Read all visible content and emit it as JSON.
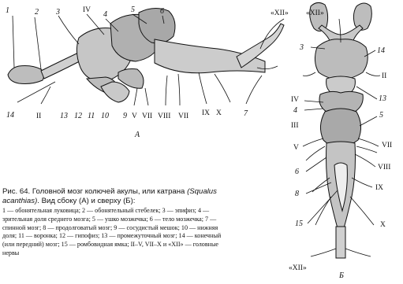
{
  "figure_a": {
    "panel_label": "А",
    "labels_top": [
      "1",
      "2",
      "3",
      "IV",
      "4",
      "5",
      "6",
      "«XII»"
    ],
    "labels_bottom": [
      "14",
      "II",
      "13",
      "12",
      "11",
      "10",
      "9",
      "V",
      "VII",
      "VIII",
      "VII",
      "IX",
      "X",
      "7"
    ]
  },
  "figure_b": {
    "panel_label": "Б",
    "labels_left": [
      "3",
      "IV",
      "4",
      "III",
      "V",
      "6",
      "8",
      "15",
      "«XII»"
    ],
    "labels_right": [
      "14",
      "II",
      "13",
      "5",
      "VII",
      "VIII",
      "IX",
      "X"
    ]
  },
  "caption": {
    "title_prefix": "Рис. 64. Головной мозг колючей акулы, или катрана",
    "species_latin": "(Squalus acanthias)",
    "title_suffix": ". Вид сбоку (А) и сверху (Б):",
    "legend": "1 — обонятельная луковица; 2 — обонятельный стебелек; 3 — эпифиз; 4 — зрительная доля среднего мозга; 5 — ушко мозжечка; 6 — тело мозжечка; 7 — спинной мозг; 8 — продолговатый мозг; 9 — сосудистый мешок; 10 — нижняя доля; 11 — воронка; 12 — гипофиз; 13 — промежуточный мозг; 14 — конечный (или передний) мозг; 15 — ромбовидная ямка; II–V, VII–X и «XII» — головные нервы"
  }
}
